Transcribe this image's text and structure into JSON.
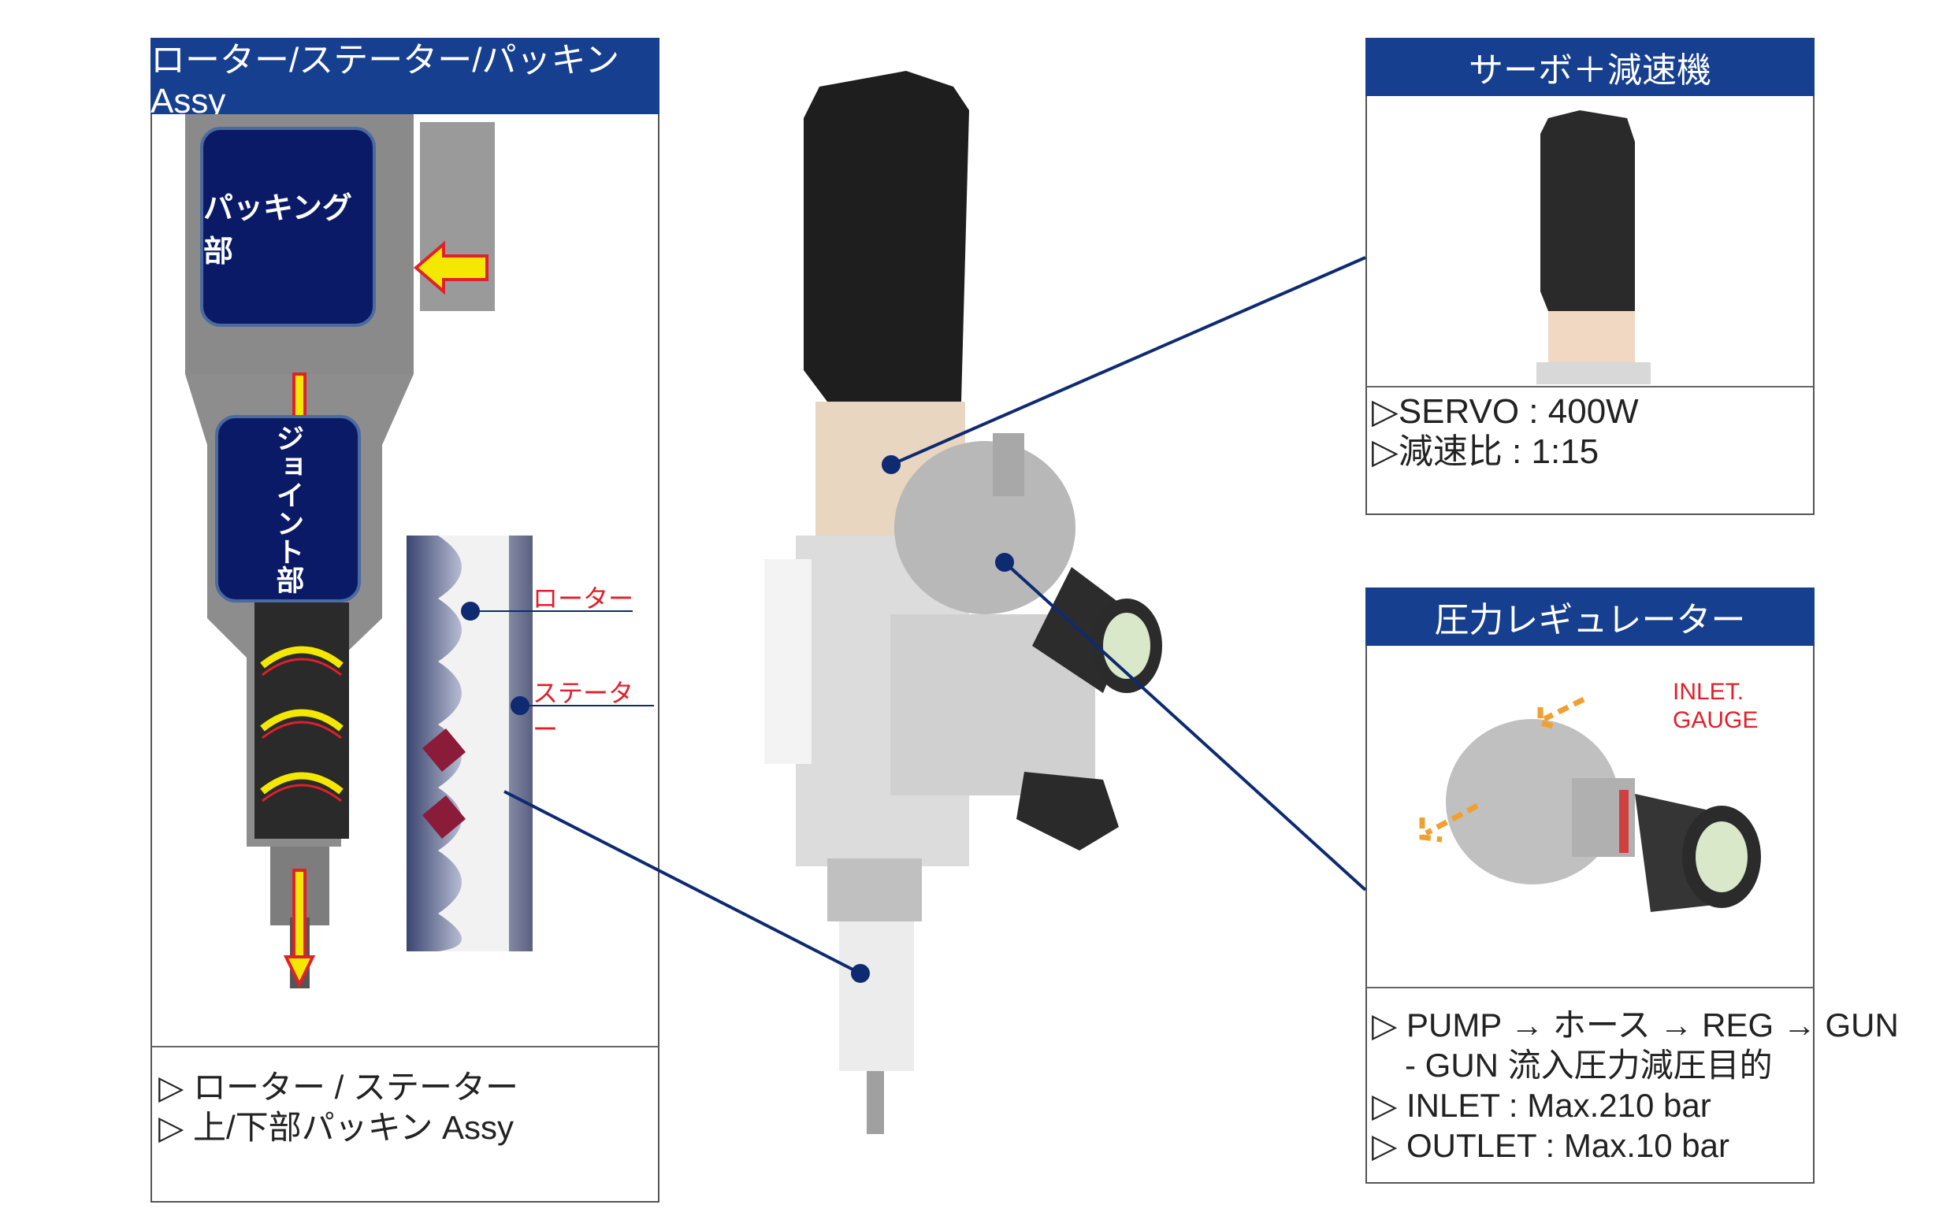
{
  "left_panel": {
    "title": "ローター/ステーター/パッキンAssy",
    "packing_label": "パッキング部",
    "joint_label": "ジョイント部",
    "rotor_label": "ローター",
    "stator_label": "ステーター",
    "specs": [
      "▷ ローター / ステーター",
      "▷ 上/下部パッキン Assy"
    ]
  },
  "servo_panel": {
    "title": "サーボ＋減速機",
    "specs": [
      "▷SERVO : 400W",
      "▷減速比 : 1:15"
    ]
  },
  "regulator_panel": {
    "title": "圧力レギュレーター",
    "inlet_label": "INLET.",
    "gauge_label": "GAUGE",
    "specs": [
      "▷ PUMP → ホース → REG → GUN",
      "　- GUN 流入圧力減圧目的",
      "▷ INLET : Max.210 bar",
      "▷ OUTLET : Max.10 bar"
    ]
  },
  "colors": {
    "header": "#173f8f",
    "leader": "#0e2a70",
    "arrow": "#f5e800",
    "label_red": "#e0202a"
  }
}
